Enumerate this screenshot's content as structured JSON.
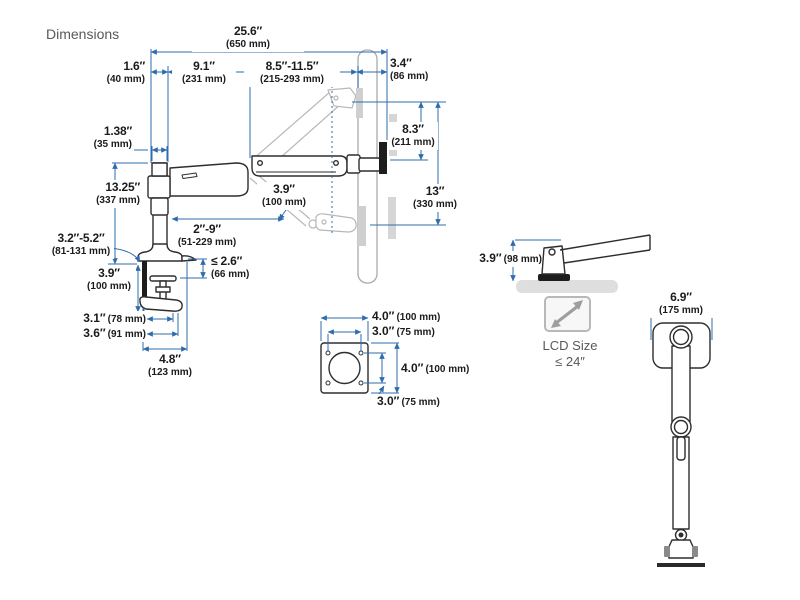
{
  "title": "Dimensions",
  "colors": {
    "dimension_blue": "#2f6cac",
    "line_art": "#2e2e2e",
    "ghost_gray": "#b8b8b8",
    "muted_text": "#595959"
  },
  "side_view": {
    "overall_width": {
      "in": "25.6″",
      "mm": "(650 mm)"
    },
    "pole_width": {
      "in": "1.6″",
      "mm": "(40 mm)"
    },
    "extension_arm": {
      "in": "9.1″",
      "mm": "(231 mm)"
    },
    "lift_arm_range": {
      "in": "8.5″-11.5″",
      "mm": "(215-293 mm)"
    },
    "bracket_depth": {
      "in": "3.4″",
      "mm": "(86 mm)"
    },
    "rise_above": {
      "in": "8.3″",
      "mm": "(211 mm)"
    },
    "lift_travel": {
      "in": "13″",
      "mm": "(330 mm)"
    },
    "pole_cap": {
      "in": "1.38″",
      "mm": "(35 mm)"
    },
    "pole_height": {
      "in": "13.25″",
      "mm": "(337 mm)"
    },
    "clamp_range": {
      "in": "3.2″-5.2″",
      "mm": "(81-131 mm)"
    },
    "clamp_height": {
      "in": "3.9″",
      "mm": "(100 mm)"
    },
    "base_dim_inner": {
      "in": "3.1″",
      "mm": "(78 mm)"
    },
    "base_dim_outer": {
      "in": "3.6″",
      "mm": "(91 mm)"
    },
    "base_depth": {
      "in": "4.8″",
      "mm": "(123 mm)"
    },
    "reach_below": {
      "in": "2″-9″",
      "mm": "(51-229 mm)"
    },
    "desk_thickness": {
      "in": "≤ 2.6″",
      "mm": "(66 mm)"
    },
    "arm_drop": {
      "in": "3.9″",
      "mm": "(100 mm)"
    }
  },
  "vesa_plate": {
    "outer_width": {
      "in": "4.0″",
      "mm": "(100 mm)"
    },
    "inner_width": {
      "in": "3.0″",
      "mm": "(75 mm)"
    },
    "outer_height": {
      "in": "4.0″",
      "mm": "(100 mm)"
    },
    "inner_height": {
      "in": "3.0″",
      "mm": "(75 mm)"
    }
  },
  "pivot_detail": {
    "height": {
      "in": "3.9″",
      "mm": "(98 mm)"
    }
  },
  "lcd": {
    "label": "LCD Size",
    "max_size": "≤ 24″"
  },
  "front_view": {
    "head_width": {
      "in": "6.9″",
      "mm": "(175 mm)"
    }
  }
}
